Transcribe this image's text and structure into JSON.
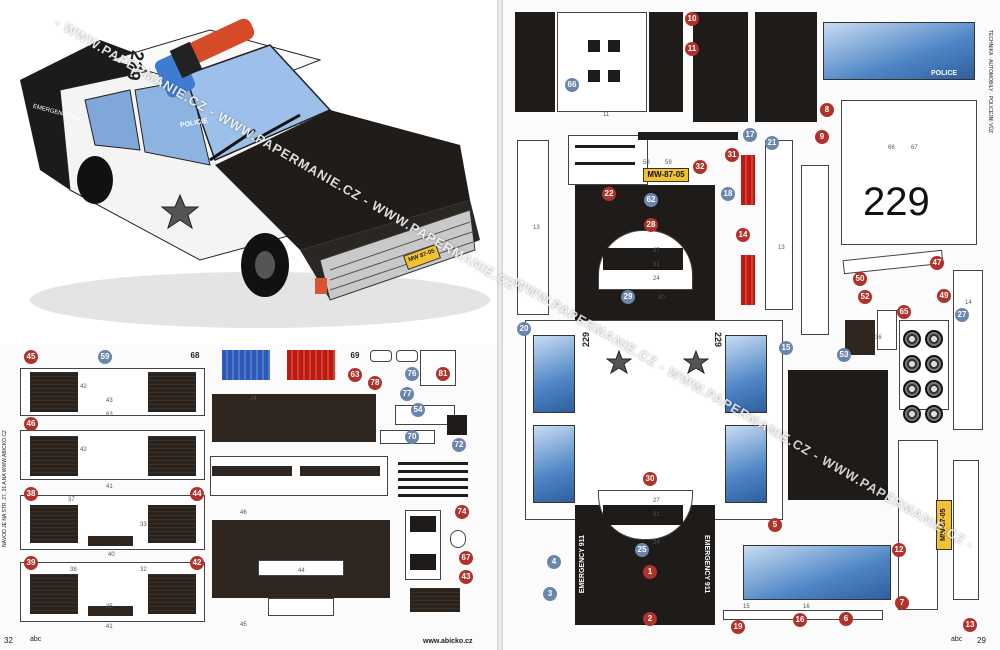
{
  "watermark": "- WWW.PAPERMANIE.CZ - WWW.PAPERMANIE.CZ - WWW.PAPERMANIE.CZ -",
  "photo": {
    "car_text_emergency": "EMERGENCY 911",
    "car_text_policie": "POLICIE",
    "roof_number": "229",
    "plate": "MW 87-05"
  },
  "left_page": {
    "page_number": "32",
    "footer_url": "www.abicko.cz",
    "spine_text": "NÁVOD JE NA STR. 27, 31 A NA WWW.ABICKO.CZ",
    "parts": [
      "45",
      "59",
      "68",
      "69",
      "78",
      "76",
      "81",
      "63",
      "46",
      "77",
      "54",
      "70",
      "72",
      "44",
      "38",
      "74",
      "39",
      "42",
      "67",
      "43"
    ],
    "dims": [
      "42",
      "43",
      "63",
      "24",
      "42",
      "41",
      "37",
      "33",
      "40",
      "35",
      "41",
      "46",
      "44",
      "45",
      "38",
      "32"
    ]
  },
  "right_page": {
    "page_number": "29",
    "spine_text": "TECHNIKA · AUTOMOBILY · POLICEJNÍ VŮZ",
    "roof_number": "229",
    "police_text": "POLICE",
    "plate_left": "MW-87-05",
    "plate_right": "MW-87-05",
    "emergency_text": "EMERGENCY 911",
    "side_number": "229",
    "parts": [
      "10",
      "11",
      "66",
      "8",
      "9",
      "17",
      "21",
      "31",
      "32",
      "22",
      "62",
      "18",
      "28",
      "14",
      "29",
      "47",
      "50",
      "52",
      "49",
      "20",
      "53",
      "65",
      "27",
      "15",
      "30",
      "25",
      "4",
      "3",
      "1",
      "2",
      "5",
      "12",
      "6",
      "13",
      "19",
      "16",
      "7"
    ],
    "dims": [
      "11",
      "13",
      "24",
      "27",
      "31",
      "30",
      "58",
      "59",
      "66",
      "67",
      "27",
      "24",
      "31",
      "36",
      "13",
      "14",
      "15",
      "16"
    ]
  }
}
